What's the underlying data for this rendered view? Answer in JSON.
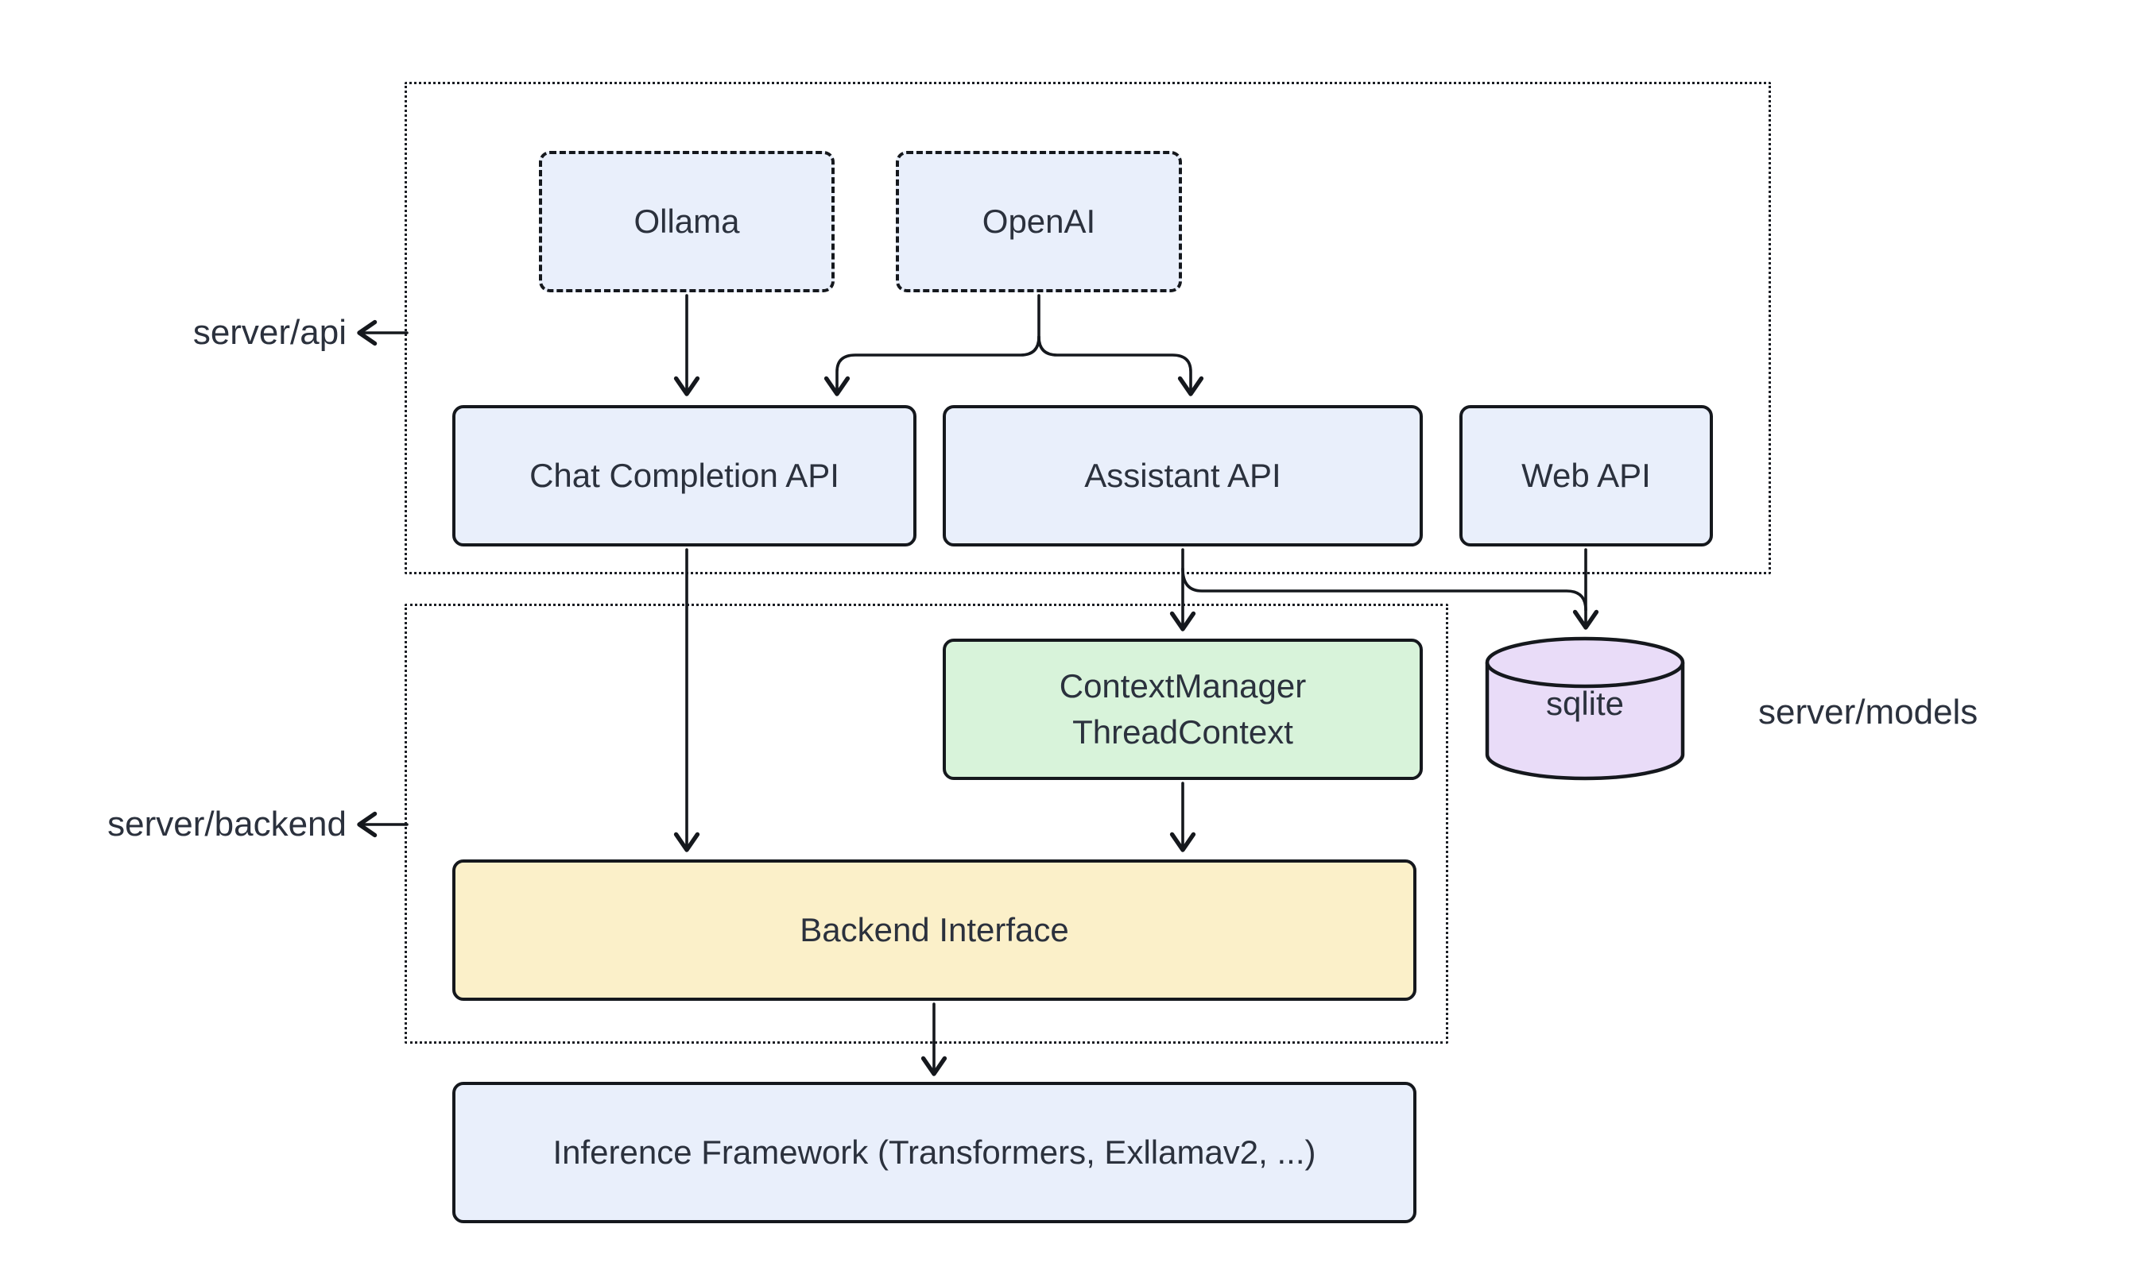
{
  "diagram": {
    "background": "#ffffff",
    "stroke_color": "#15181d",
    "text_color": "#2b313d",
    "containers": {
      "api": {
        "label": "server/api"
      },
      "backend": {
        "label": "server/backend"
      }
    },
    "nodes": {
      "ollama": {
        "label": "Ollama",
        "fill": "#e9effb"
      },
      "openai": {
        "label": "OpenAI",
        "fill": "#e9effb"
      },
      "chat_completion": {
        "label": "Chat Completion API",
        "fill": "#e9effb"
      },
      "assistant": {
        "label": "Assistant API",
        "fill": "#e9effb"
      },
      "web_api": {
        "label": "Web API",
        "fill": "#e9effb"
      },
      "context_manager": {
        "line1": "ContextManager",
        "line2": "ThreadContext",
        "fill": "#d8f3da"
      },
      "sqlite": {
        "label": "sqlite",
        "fill": "#e9dcf8"
      },
      "backend_interface": {
        "label": "Backend Interface",
        "fill": "#fbf0c9"
      },
      "inference": {
        "label": "Inference Framework (Transformers, Exllamav2, ...)",
        "fill": "#e9effb"
      }
    },
    "side_labels": {
      "models": "server/models"
    },
    "edges": [
      "Ollama -> Chat Completion API",
      "OpenAI -> Chat Completion API",
      "OpenAI -> Assistant API",
      "Chat Completion API -> Backend Interface",
      "Assistant API -> ContextManager/ThreadContext",
      "Assistant API -> sqlite",
      "Web API -> sqlite",
      "ContextManager/ThreadContext -> Backend Interface",
      "Backend Interface -> Inference Framework"
    ]
  }
}
